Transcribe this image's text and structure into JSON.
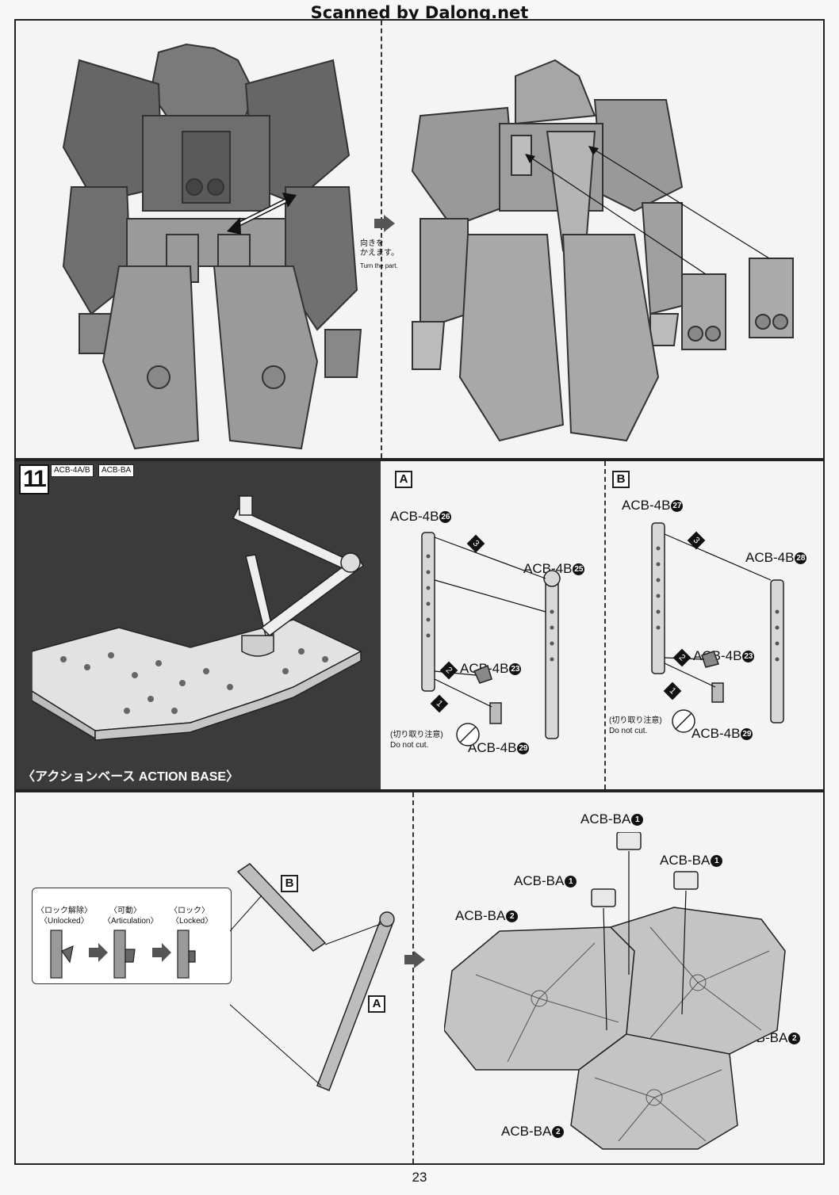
{
  "watermark": "Scanned by Dalong.net",
  "top": {
    "turn_jp": "向きを\nかえます。",
    "turn_en": "Turn the part."
  },
  "step11": {
    "number": "11",
    "tag1": "ACB-4A/B",
    "tag2": "ACB-BA",
    "caption": "〈アクションベース ACTION BASE〉",
    "section_a": "A",
    "section_b": "B",
    "a_labels": {
      "p26": "ACB-4B",
      "n26": "26",
      "p25": "ACB-4B",
      "n25": "25",
      "p23": "ACB-4B",
      "n23": "23",
      "p29": "ACB-4B",
      "n29": "29"
    },
    "b_labels": {
      "p27": "ACB-4B",
      "n27": "27",
      "p28": "ACB-4B",
      "n28": "28",
      "p23": "ACB-4B",
      "n23": "23",
      "p29": "ACB-4B",
      "n29": "29"
    },
    "steps": {
      "s1": "1",
      "s2": "2",
      "s3": "3"
    },
    "do_not_cut_jp": "(切り取り注意)",
    "do_not_cut_en": "Do not cut."
  },
  "bottom": {
    "states": [
      {
        "jp": "〈ロック解除〉",
        "en": "〈Unlocked〉"
      },
      {
        "jp": "〈可動〉",
        "en": "〈Articulation〉"
      },
      {
        "jp": "〈ロック〉",
        "en": "〈Locked〉"
      }
    ],
    "label_a": "A",
    "label_b": "B",
    "ba1": "ACB-BA",
    "ba1n": "1",
    "ba2": "ACB-BA",
    "ba2n": "2"
  },
  "page_number": "23"
}
